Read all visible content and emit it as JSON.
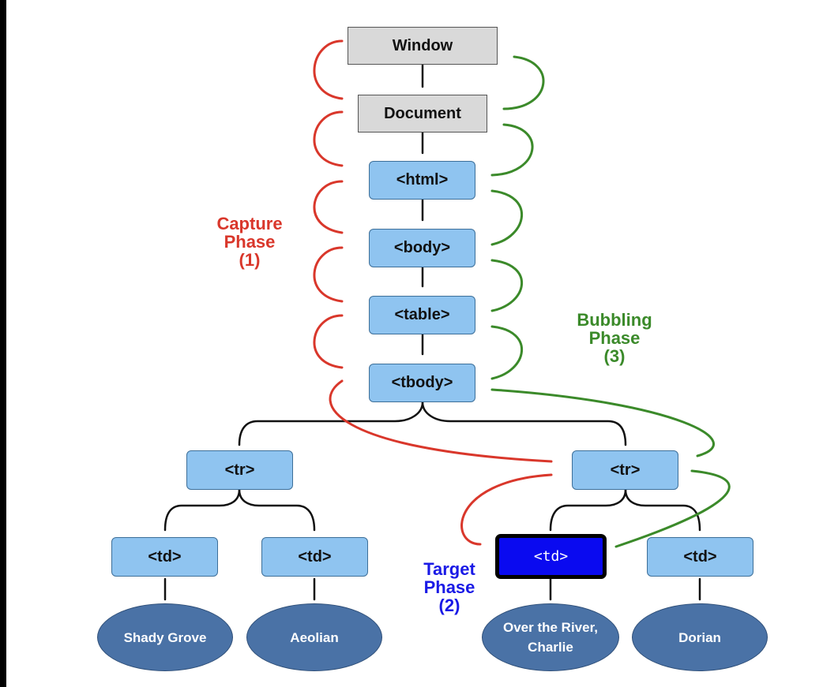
{
  "nodes": {
    "window": "Window",
    "document": "Document",
    "html": "<html>",
    "body": "<body>",
    "table": "<table>",
    "tbody": "<tbody>",
    "tr_left": "<tr>",
    "tr_right": "<tr>",
    "td_1": "<td>",
    "td_2": "<td>",
    "td_target": "<td>",
    "td_4": "<td>"
  },
  "leaves": {
    "leaf_1": "Shady Grove",
    "leaf_2": "Aeolian",
    "leaf_3": "Over the River,\nCharlie",
    "leaf_4": "Dorian"
  },
  "phases": {
    "capture": [
      "Capture",
      "Phase",
      "(1)"
    ],
    "bubbling": [
      "Bubbling",
      "Phase",
      "(3)"
    ],
    "target": [
      "Target",
      "Phase",
      "(2)"
    ]
  },
  "colors": {
    "capture": "#d9372b",
    "bubbling": "#3b8a2a",
    "target": "#1a1ae6"
  }
}
